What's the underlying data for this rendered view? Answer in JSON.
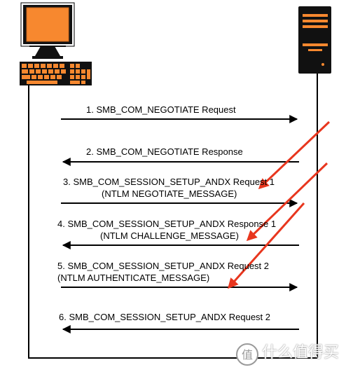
{
  "messages": [
    {
      "id": "m1",
      "line1": "1. SMB_COM_NEGOTIATE Request",
      "line2": "",
      "direction": "client-to-server"
    },
    {
      "id": "m2",
      "line1": "2. SMB_COM_NEGOTIATE Response",
      "line2": "",
      "direction": "server-to-client"
    },
    {
      "id": "m3",
      "line1": "3. SMB_COM_SESSION_SETUP_ANDX Request 1",
      "line2": "(NTLM NEGOTIATE_MESSAGE)",
      "direction": "client-to-server"
    },
    {
      "id": "m4",
      "line1": "4. SMB_COM_SESSION_SETUP_ANDX Response 1",
      "line2": "(NTLM CHALLENGE_MESSAGE)",
      "direction": "server-to-client"
    },
    {
      "id": "m5",
      "line1": "5. SMB_COM_SESSION_SETUP_ANDX Request 2",
      "line2": "(NTLM AUTHENTICATE_MESSAGE)",
      "direction": "client-to-server"
    },
    {
      "id": "m6",
      "line1": "6. SMB_COM_SESSION_SETUP_ANDX Request 2",
      "line2": "",
      "direction": "server-to-client"
    }
  ],
  "icons": {
    "client": "client-computer-icon",
    "server": "server-tower-icon",
    "watermark_logo": "zhi-logo-icon"
  },
  "annotation_color": "#e8361e",
  "client_accent_color": "#f7882f",
  "watermark": {
    "logo_char": "值",
    "text": "什么值得买"
  }
}
